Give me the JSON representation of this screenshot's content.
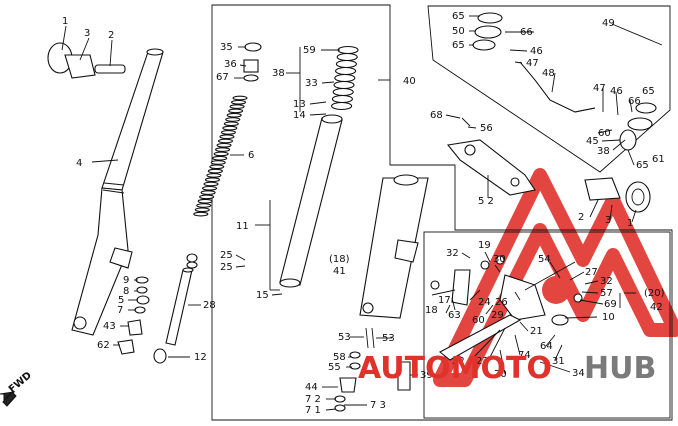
{
  "diagram": {
    "direction_label": "FWD",
    "numbers": {
      "n1": "1",
      "n2": "2",
      "n3": "3",
      "n4": "4",
      "n35": "35",
      "n36": "36",
      "n67": "67",
      "n6": "6",
      "n59": "59",
      "n38": "38",
      "n33": "33",
      "n13": "13",
      "n14": "14",
      "n40": "40",
      "n11": "11",
      "n25a": "25",
      "n25b": "25",
      "n15": "15",
      "n28": "28",
      "n12": "12",
      "n9": "9",
      "n8": "8",
      "n5": "5",
      "n7": "7",
      "n43": "43",
      "n62": "62",
      "n18p": "(18)",
      "n41": "41",
      "n53a": "53",
      "n53b": "53",
      "n58": "58",
      "n55": "55",
      "n39": "39",
      "n44": "44",
      "n72": "7 2",
      "n71": "7 1",
      "n73": "7 3",
      "n65a": "65",
      "n50": "50",
      "n65b": "65",
      "n66a": "66",
      "n46a": "46",
      "n47a": "47",
      "n48": "48",
      "n49": "49",
      "n47b": "47",
      "n46b": "46",
      "n66b": "66",
      "n65c": "65",
      "n45": "45",
      "n60a": "60",
      "n38b": "38",
      "n65d": "65",
      "n61": "61",
      "n68": "68",
      "n56": "56",
      "n52": "5 2",
      "n2b": "2",
      "n3b": "3",
      "n1b": "1",
      "n32a": "32",
      "n19": "19",
      "n30": "30",
      "n54": "54",
      "n27": "27",
      "n32b": "32",
      "n57": "57",
      "n69": "69",
      "n20p": "(20)",
      "n42": "42",
      "n17": "17",
      "n24": "24",
      "n26": "26",
      "n18": "18",
      "n63": "63",
      "n60b": "60",
      "n29": "29",
      "n10": "10",
      "n21": "21",
      "n22": "22",
      "n23": "23",
      "n74": "74",
      "n64": "64",
      "n31": "31",
      "n34": "34",
      "n70": "70"
    }
  },
  "watermark": {
    "text_part1": "AUTOMOTO",
    "text_part2": "HUB",
    "color_primary": "#e0312b",
    "color_secondary": "#7a7a7a"
  }
}
